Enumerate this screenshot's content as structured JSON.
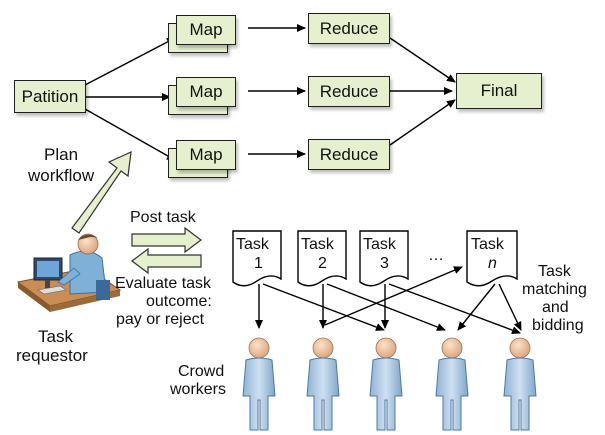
{
  "diagram": {
    "partition_label": "Patition",
    "map_label": "Map",
    "reduce_label": "Reduce",
    "final_label": "Final",
    "plan_workflow": [
      "Plan",
      "workflow"
    ],
    "post_task": "Post task",
    "evaluate": [
      "Evaluate task",
      "outcome:",
      "pay or reject"
    ],
    "requestor": [
      "Task",
      "requestor"
    ],
    "tasks": [
      {
        "title": "Task",
        "num": "1"
      },
      {
        "title": "Task",
        "num": "2"
      },
      {
        "title": "Task",
        "num": "3"
      },
      {
        "title": "Task",
        "num": "n"
      }
    ],
    "ellipsis": "…",
    "matching": [
      "Task",
      "matching",
      "and",
      "bidding"
    ],
    "crowd": [
      "Crowd",
      "workers"
    ]
  }
}
